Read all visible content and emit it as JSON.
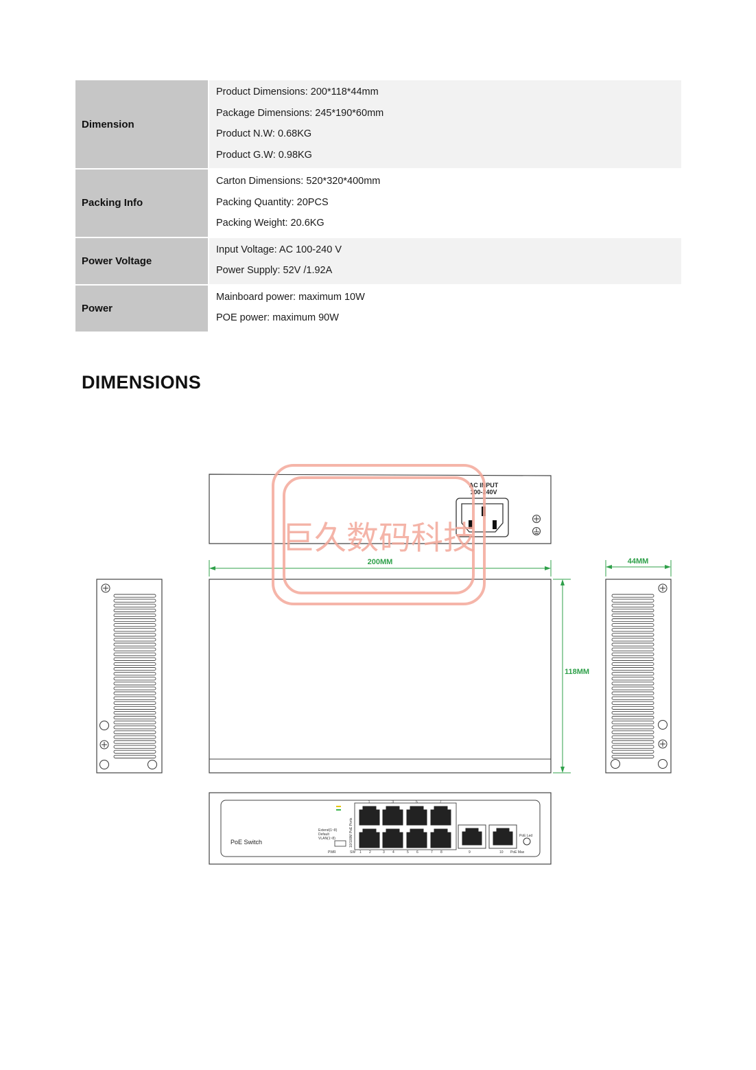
{
  "specs": [
    {
      "label": "Dimension",
      "shaded": true,
      "lines": [
        "Product Dimensions: 200*118*44mm",
        "Package Dimensions: 245*190*60mm",
        "Product N.W: 0.68KG",
        "Product G.W: 0.98KG"
      ]
    },
    {
      "label": "Packing Info",
      "shaded": false,
      "lines": [
        "Carton Dimensions: 520*320*400mm",
        "Packing Quantity: 20PCS",
        "Packing Weight: 20.6KG"
      ]
    },
    {
      "label": "Power Voltage",
      "shaded": true,
      "lines": [
        "Input Voltage: AC 100-240 V",
        "Power Supply: 52V /1.92A"
      ]
    },
    {
      "label": "Power",
      "shaded": false,
      "lines": [
        "Mainboard power: maximum 10W",
        "POE power: maximum 90W"
      ]
    }
  ],
  "section_heading": "DIMENSIONS",
  "drawing": {
    "ac_input_line1": "AC INPUT",
    "ac_input_line2": "100-240V",
    "width_label": "200MM",
    "depth_label": "118MM",
    "height_label": "44MM",
    "front_label": "PoE Switch",
    "pwr_label": "PWR",
    "poe_led_label": "PoE Led",
    "poe_max_label": "PoE Max",
    "dip_labels": [
      "Extend(1~8)",
      "Default",
      "VLAN(1~8)"
    ],
    "port_numbers": [
      "1",
      "3",
      "5",
      "7"
    ],
    "bottom_port_labels": [
      "SW",
      "1",
      "2",
      "3",
      "4",
      "5",
      "6",
      "7",
      "8",
      "9",
      "10"
    ],
    "vertical_port_label": "10/100M PoE Ports"
  },
  "watermark": "巨久数码科技",
  "colors": {
    "label_bg": "#c6c6c6",
    "shaded_row_bg": "#f2f2f2",
    "dimension_line": "#2fa04a",
    "watermark": "#f3a89a"
  }
}
